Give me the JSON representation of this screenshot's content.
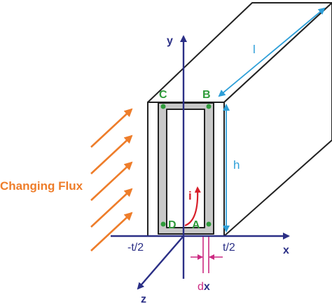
{
  "labels": {
    "axis_y": "y",
    "axis_x": "x",
    "axis_z": "z",
    "length": "l",
    "height": "h",
    "flux": "Changing Flux",
    "current": "i",
    "neg_half_t": "-t/2",
    "pos_half_t": "t/2",
    "dx_d": "d",
    "dx_x": "x",
    "corner_a": "A",
    "corner_b": "B",
    "corner_c": "C",
    "corner_d": "D"
  },
  "colors": {
    "outline": "#222222",
    "axis": "#2b2f86",
    "loop_fill": "#c8c8c8",
    "point_green": "#2e9b3a",
    "flux_orange": "#ee7d2a",
    "dimension_blue": "#2e9fd8",
    "current_red": "#d81f2a",
    "dx_magenta": "#cc2a82"
  }
}
